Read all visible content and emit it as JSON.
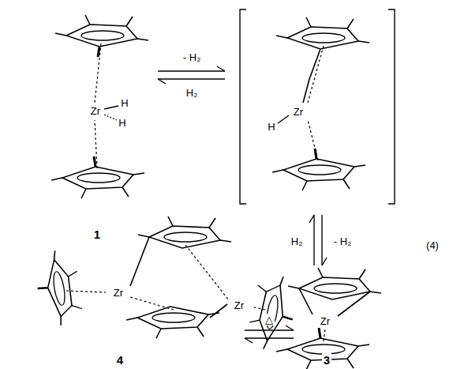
{
  "diagram": {
    "labels": [
      "Zr",
      "H",
      "H",
      "- H₂",
      "H₂",
      "1",
      "Zr",
      "H",
      "H₂",
      "- H₂",
      "(4)",
      "Zr",
      "3",
      "Zr",
      "Zr",
      "4",
      "△"
    ]
  }
}
